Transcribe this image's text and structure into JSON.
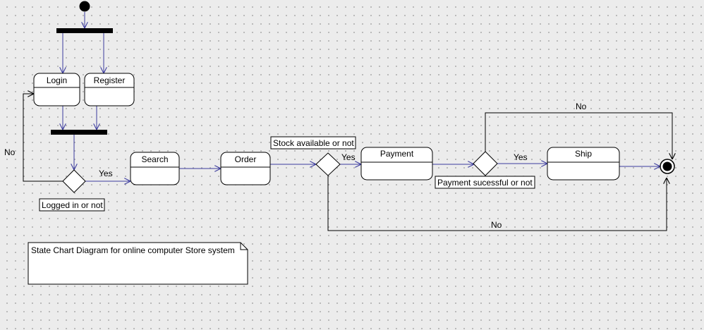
{
  "diagram": {
    "states": {
      "login": "Login",
      "register": "Register",
      "search": "Search",
      "order": "Order",
      "payment": "Payment",
      "ship": "Ship"
    },
    "guards": {
      "logged_in_yes": "Yes",
      "logged_in_no": "No",
      "stock_yes": "Yes",
      "stock_no": "No",
      "payment_yes": "Yes",
      "payment_no": "No"
    },
    "decision_labels": {
      "logged_in": "Logged in or not",
      "stock": "Stock available or not",
      "payment": "Payment sucessful or not"
    },
    "note": "State Chart Diagram for online computer Store system"
  },
  "colors": {
    "arrow": "#3d3d9e",
    "line": "#000000",
    "fill": "#ffffff"
  }
}
